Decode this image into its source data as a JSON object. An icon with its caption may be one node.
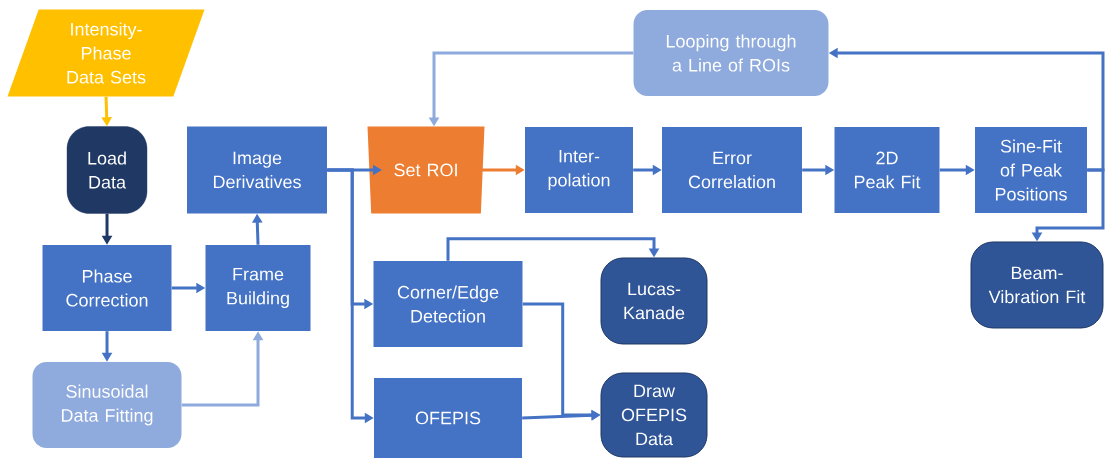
{
  "diagram": {
    "nodes": [
      {
        "text": [
          "Intensity-Phase Data Sets"
        ]
      },
      {
        "text": [
          "Load Data"
        ]
      },
      {
        "text": [
          "Image Derivatives"
        ]
      },
      {
        "text": [
          "Set ROI"
        ]
      },
      {
        "text": [
          "Looping through a Line of ROIs"
        ]
      },
      {
        "text": [
          "Inter-polation"
        ]
      },
      {
        "text": [
          "Error Correlation"
        ]
      },
      {
        "text": [
          "2D Peak Fit"
        ]
      },
      {
        "text": [
          "Sine-Fit of Peak Positions"
        ]
      },
      {
        "text": [
          "Phase Correction"
        ]
      },
      {
        "text": [
          "Frame Building"
        ]
      },
      {
        "text": [
          "Corner/Edge Detection"
        ]
      },
      {
        "text": [
          "Lucas-Kanade"
        ]
      },
      {
        "text": [
          "Beam-Vibration Fit"
        ]
      },
      {
        "text": [
          "Sinusoidal Data Fitting"
        ]
      },
      {
        "text": [
          "OFEPIS"
        ]
      },
      {
        "text": [
          "Draw OFEPIS Data"
        ]
      }
    ],
    "edges": [
      {
        "from": 0,
        "to": 1,
        "arrow": "to",
        "color": "#ffc000"
      },
      {
        "from": 1,
        "to": 9,
        "arrow": "to",
        "color": "#203864"
      },
      {
        "from": 9,
        "to": 10,
        "arrow": "to"
      },
      {
        "from": 9,
        "to": 14,
        "arrow": "to"
      },
      {
        "from": 14,
        "to": 10,
        "arrow": "to",
        "color": "#8faadc"
      },
      {
        "from": 10,
        "to": 2,
        "arrow": "to"
      },
      {
        "from": 2,
        "to": 3,
        "arrow": "to"
      },
      {
        "from": 2,
        "to": 11,
        "arrow": "to"
      },
      {
        "from": 2,
        "to": 15,
        "arrow": "to"
      },
      {
        "from": 3,
        "to": 5,
        "arrow": "to",
        "color": "#ed7d31"
      },
      {
        "from": 5,
        "to": 6,
        "arrow": "to"
      },
      {
        "from": 6,
        "to": 7,
        "arrow": "to"
      },
      {
        "from": 7,
        "to": 8,
        "arrow": "to"
      },
      {
        "from": 8,
        "to": 13,
        "arrow": "to"
      },
      {
        "from": 8,
        "to": 4,
        "arrow": "to"
      },
      {
        "from": 4,
        "to": 3,
        "arrow": "to",
        "color": "#8faadc"
      },
      {
        "from": 11,
        "to": 12,
        "arrow": "to"
      },
      {
        "from": 11,
        "to": 16,
        "arrow": "to"
      },
      {
        "from": 15,
        "to": 16,
        "arrow": "to"
      }
    ]
  }
}
